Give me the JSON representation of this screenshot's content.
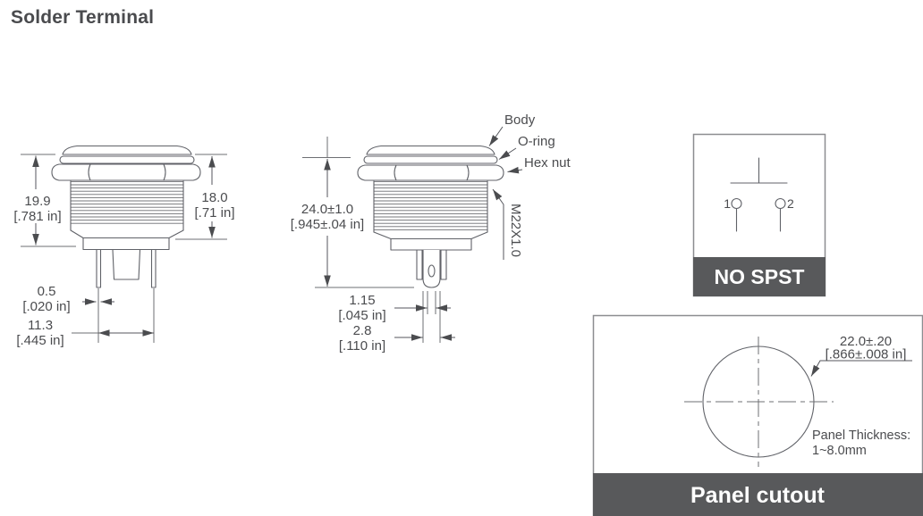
{
  "header": {
    "title": "Solder Terminal"
  },
  "colors": {
    "line": "#606268",
    "text": "#4b4c4f",
    "footer_bg": "#58595b",
    "footer_text": "#ffffff",
    "box_border": "#8c8d90"
  },
  "side_view": {
    "overall_height_dim": {
      "mm": "19.9",
      "inch": "[.781 in]"
    },
    "body_height_dim": {
      "mm": "18.0",
      "inch": "[.71 in]"
    },
    "pin_thickness_dim": {
      "mm": "0.5",
      "inch": "[.020 in]"
    },
    "pin_spacing_dim": {
      "mm": "11.3",
      "inch": "[.445 in]"
    }
  },
  "front_view": {
    "overall_length_dim": {
      "mm": "24.0±1.0",
      "inch": "[.945±.04 in]"
    },
    "terminal_thickness_dim": {
      "mm": "1.15",
      "inch": "[.045 in]"
    },
    "terminal_width_dim": {
      "mm": "2.8",
      "inch": "[.110 in]"
    },
    "labels": {
      "body": "Body",
      "o_ring": "O-ring",
      "hex_nut": "Hex nut",
      "thread_spec": "M22X1.0"
    }
  },
  "circuit": {
    "pin1": "1",
    "pin2": "2",
    "caption": "NO SPST"
  },
  "panel_cutout": {
    "hole_diameter_dim": {
      "mm": "22.0±.20",
      "inch": "[.866±.008 in]"
    },
    "thickness_label": "Panel Thickness:",
    "thickness_value": "1~8.0mm",
    "caption": "Panel cutout"
  }
}
